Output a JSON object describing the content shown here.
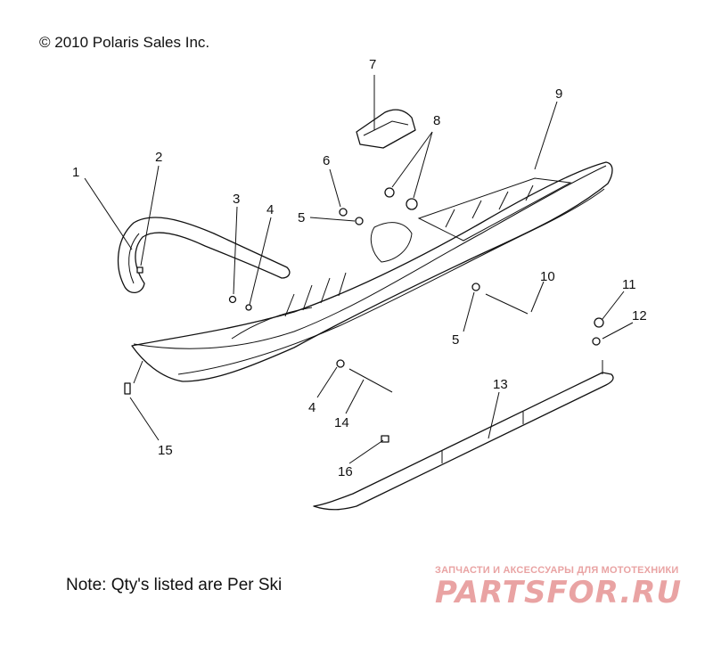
{
  "copyright": "© 2010 Polaris Sales Inc.",
  "note": "Note: Qty's listed are Per Ski",
  "watermark": {
    "tagline": "ЗАПЧАСТИ И АКСЕССУАРЫ ДЛЯ МОТОТЕХНИКИ",
    "brand": "PARTSFOR.RU",
    "color": "#e9a3a3"
  },
  "callouts": [
    "1",
    "2",
    "3",
    "4",
    "5",
    "6",
    "7",
    "8",
    "9",
    "10",
    "11",
    "12",
    "5",
    "4",
    "14",
    "13",
    "15",
    "16"
  ]
}
